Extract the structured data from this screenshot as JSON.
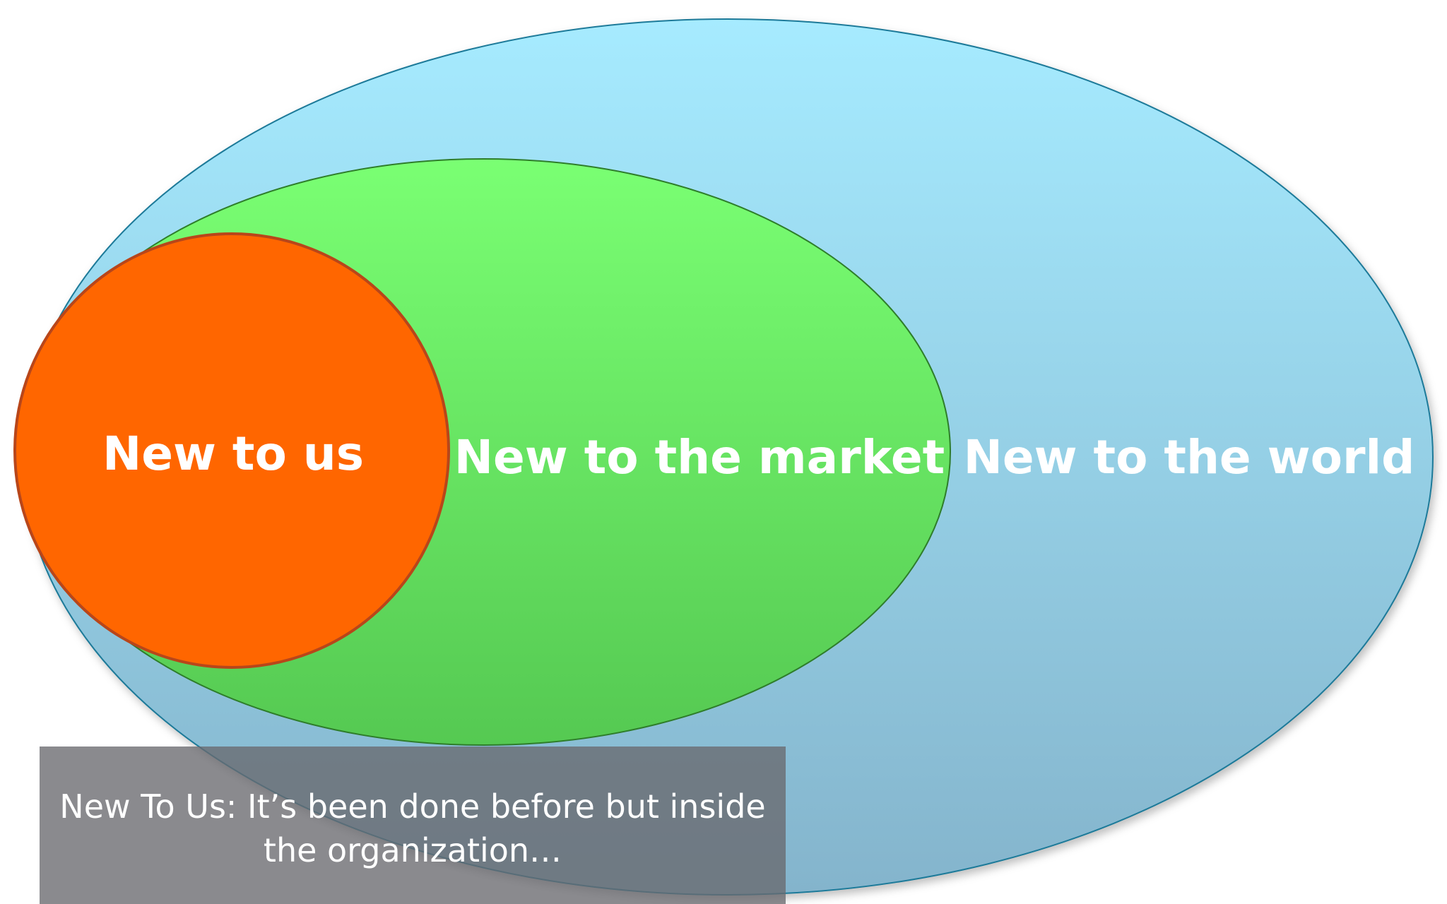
{
  "diagram": {
    "rings": [
      {
        "id": "world",
        "label": "New to the world"
      },
      {
        "id": "market",
        "label": "New to the market"
      },
      {
        "id": "us",
        "label": "New to us"
      }
    ],
    "colors": {
      "world_top": "#A6EBFF",
      "world_bottom": "#84B4CC",
      "world_stroke": "#1F7A99",
      "market_top": "#7AFF73",
      "market_bottom": "#55C952",
      "market_stroke": "#2E7D2A",
      "us_fill": "#FF6600",
      "us_stroke": "#B8461A",
      "caption_bg": "#5F5F64"
    }
  },
  "caption": {
    "line1": "New To Us: It’s been done before but inside",
    "line2": "the organization…"
  }
}
